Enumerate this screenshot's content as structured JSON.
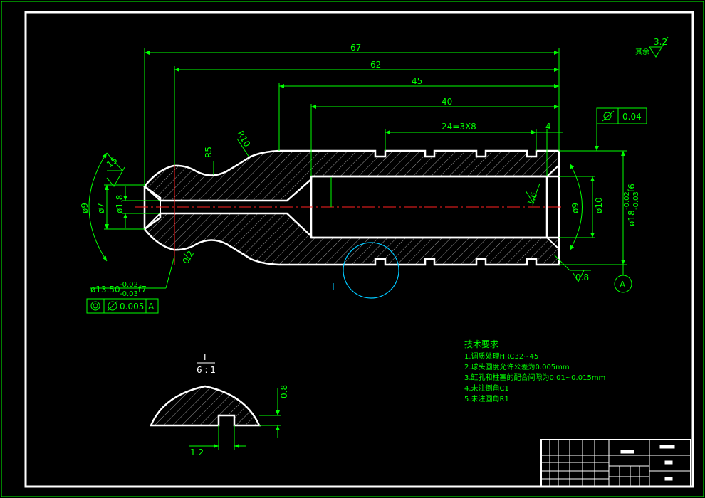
{
  "dimensions": {
    "overall_67": "67",
    "len_62": "62",
    "len_45": "45",
    "len_40": "40",
    "grooves": "24=3X8",
    "gap_4": "4",
    "radius_r10": "R10",
    "radius_r5": "R5",
    "angle_15": "15",
    "dia_9": "ø9",
    "dia_7": "ø7",
    "dia_1_8": "ø1.8",
    "dia_0_2": "0.2",
    "ball_dia": "ø13.50",
    "ball_tol_upper": "-0.02",
    "ball_tol_lower": "-0.03",
    "ball_fit": "f7",
    "bore_dia_9": "ø9",
    "bore_dia_10": "ø10",
    "outer_dia": "ø18",
    "outer_tol_upper": "-0.02",
    "outer_tol_lower": "-0.03",
    "outer_fit": "f6",
    "chamfer_1_6": "1.6",
    "rough_0_8": "0.8",
    "rough_3_2": "3.2",
    "rough_rest": "其余"
  },
  "tolerances": {
    "cylindricity_value": "0.04",
    "coaxiality_value": "0.005",
    "coaxiality_datum": "A",
    "datum_label": "A"
  },
  "detail": {
    "marker": "I",
    "title": "I",
    "scale": "6 : 1",
    "depth": "0.8",
    "width": "1.2"
  },
  "notes": {
    "heading": "技术要求",
    "items": [
      "1.调质处理HRC32~45",
      "2.球头圆度允许公差为0.005mm",
      "3.缸孔和柱塞的配合间隙为0.01~0.015mm",
      "4.未注倒角C1",
      "5.未注圆角R1"
    ]
  },
  "colors": {
    "outline": "#ffffff",
    "dimension": "#00ff00",
    "centerline": "#ff2020",
    "detail_circle": "#00c8ff",
    "hatch": "#b0b0b0"
  }
}
